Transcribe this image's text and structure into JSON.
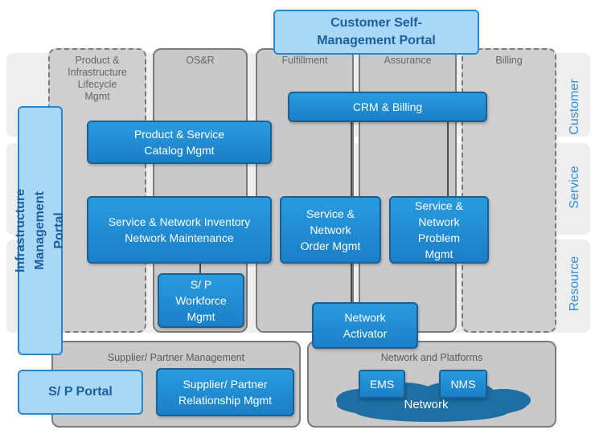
{
  "portals": {
    "customer": "Customer Self-\nManagement Portal",
    "infrastructure": "Infrastructure Management\nPortal",
    "sp": "S/ P Portal"
  },
  "layers": [
    "Customer",
    "Service",
    "Resource"
  ],
  "columns": {
    "product": "Product &\nInfrastructure\nLifecycle\nMgmt",
    "osr": "OS&R",
    "fulfillment": "Fulfillment",
    "assurance": "Assurance",
    "billing": "Billing"
  },
  "boxes": {
    "crm": "CRM & Billing",
    "catalog": "Product & Service\nCatalog Mgmt",
    "inventory": "Service & Network Inventory\nNetwork Maintenance",
    "order": "Service &\nNetwork\nOrder Mgmt",
    "problem": "Service &\nNetwork\nProblem\nMgmt",
    "workforce": "S/ P\nWorkforce\nMgmt",
    "activator": "Network\nActivator",
    "supplier_rel": "Supplier/ Partner\nRelationship Mgmt"
  },
  "panels": {
    "supplier": "Supplier/ Partner Management",
    "network": "Network and Platforms"
  },
  "network": {
    "ems": "EMS",
    "nms": "NMS",
    "cloud": "Network"
  },
  "colors": {
    "accent_blue": "#2a9be0",
    "portal_blue": "#a9d8f6",
    "layer_label": "#2f8fd8",
    "column_gray": "#c9c9c9"
  }
}
